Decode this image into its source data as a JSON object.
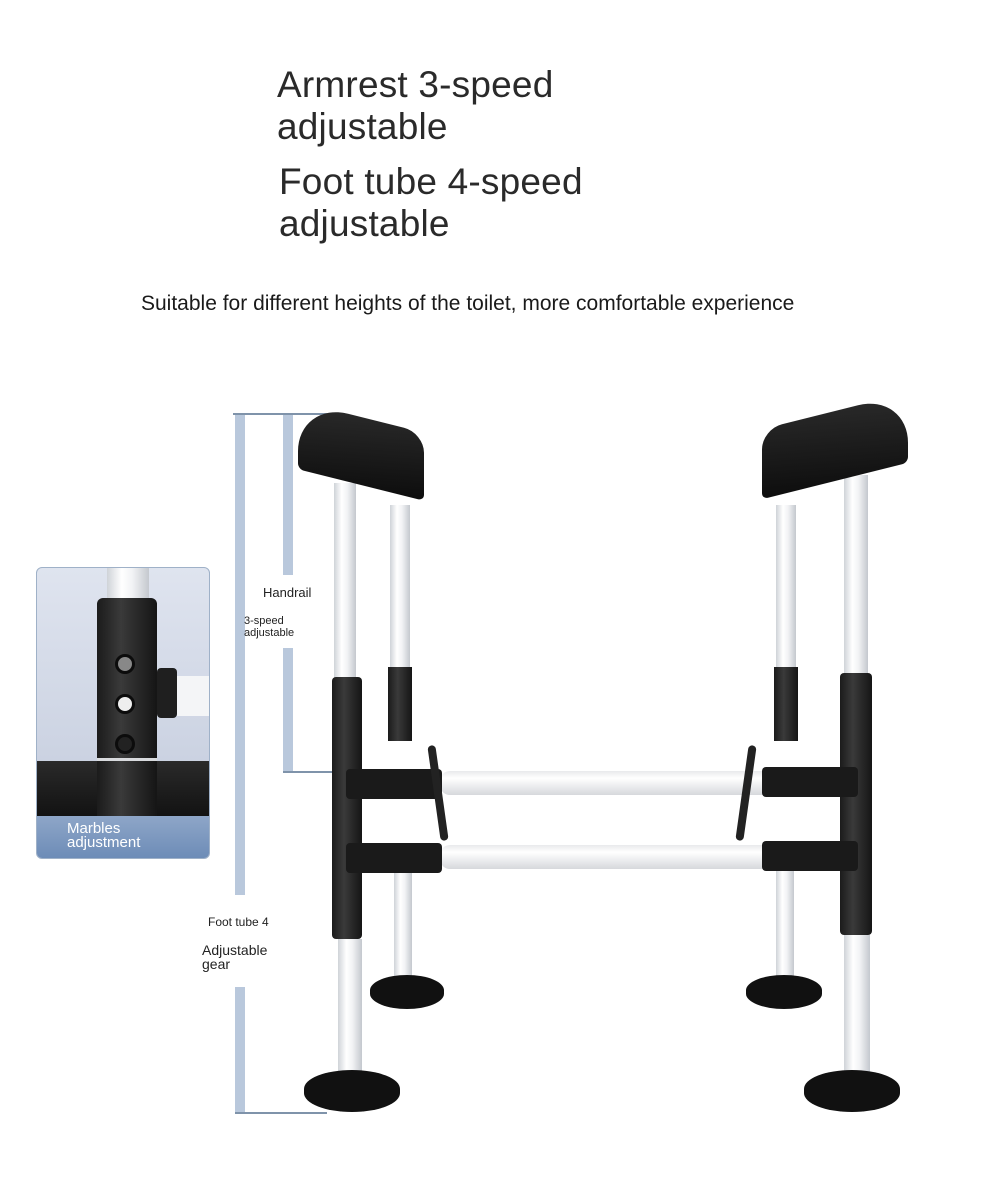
{
  "headline": {
    "line1": "Armrest 3-speed",
    "line2": "adjustable",
    "line3": "Foot tube 4-speed",
    "line4": "adjustable"
  },
  "subtitle": "Suitable for different heights of the toilet, more comfortable experience",
  "callouts": {
    "handrail_title": "Handrail",
    "handrail_line1": "3-speed",
    "handrail_line2": "adjustable",
    "foot_title": "Foot tube 4",
    "foot_line1": "Adjustable",
    "foot_line2": "gear"
  },
  "inset": {
    "caption_line1": "Marbles",
    "caption_line2": "adjustment"
  },
  "colors": {
    "measure_bar": "#b9c8dc",
    "measure_tick": "#7f93aa",
    "inset_caption": "#7b97bf",
    "frame_black": "#1e1e1e",
    "tube_white": "#f2f3f5"
  }
}
